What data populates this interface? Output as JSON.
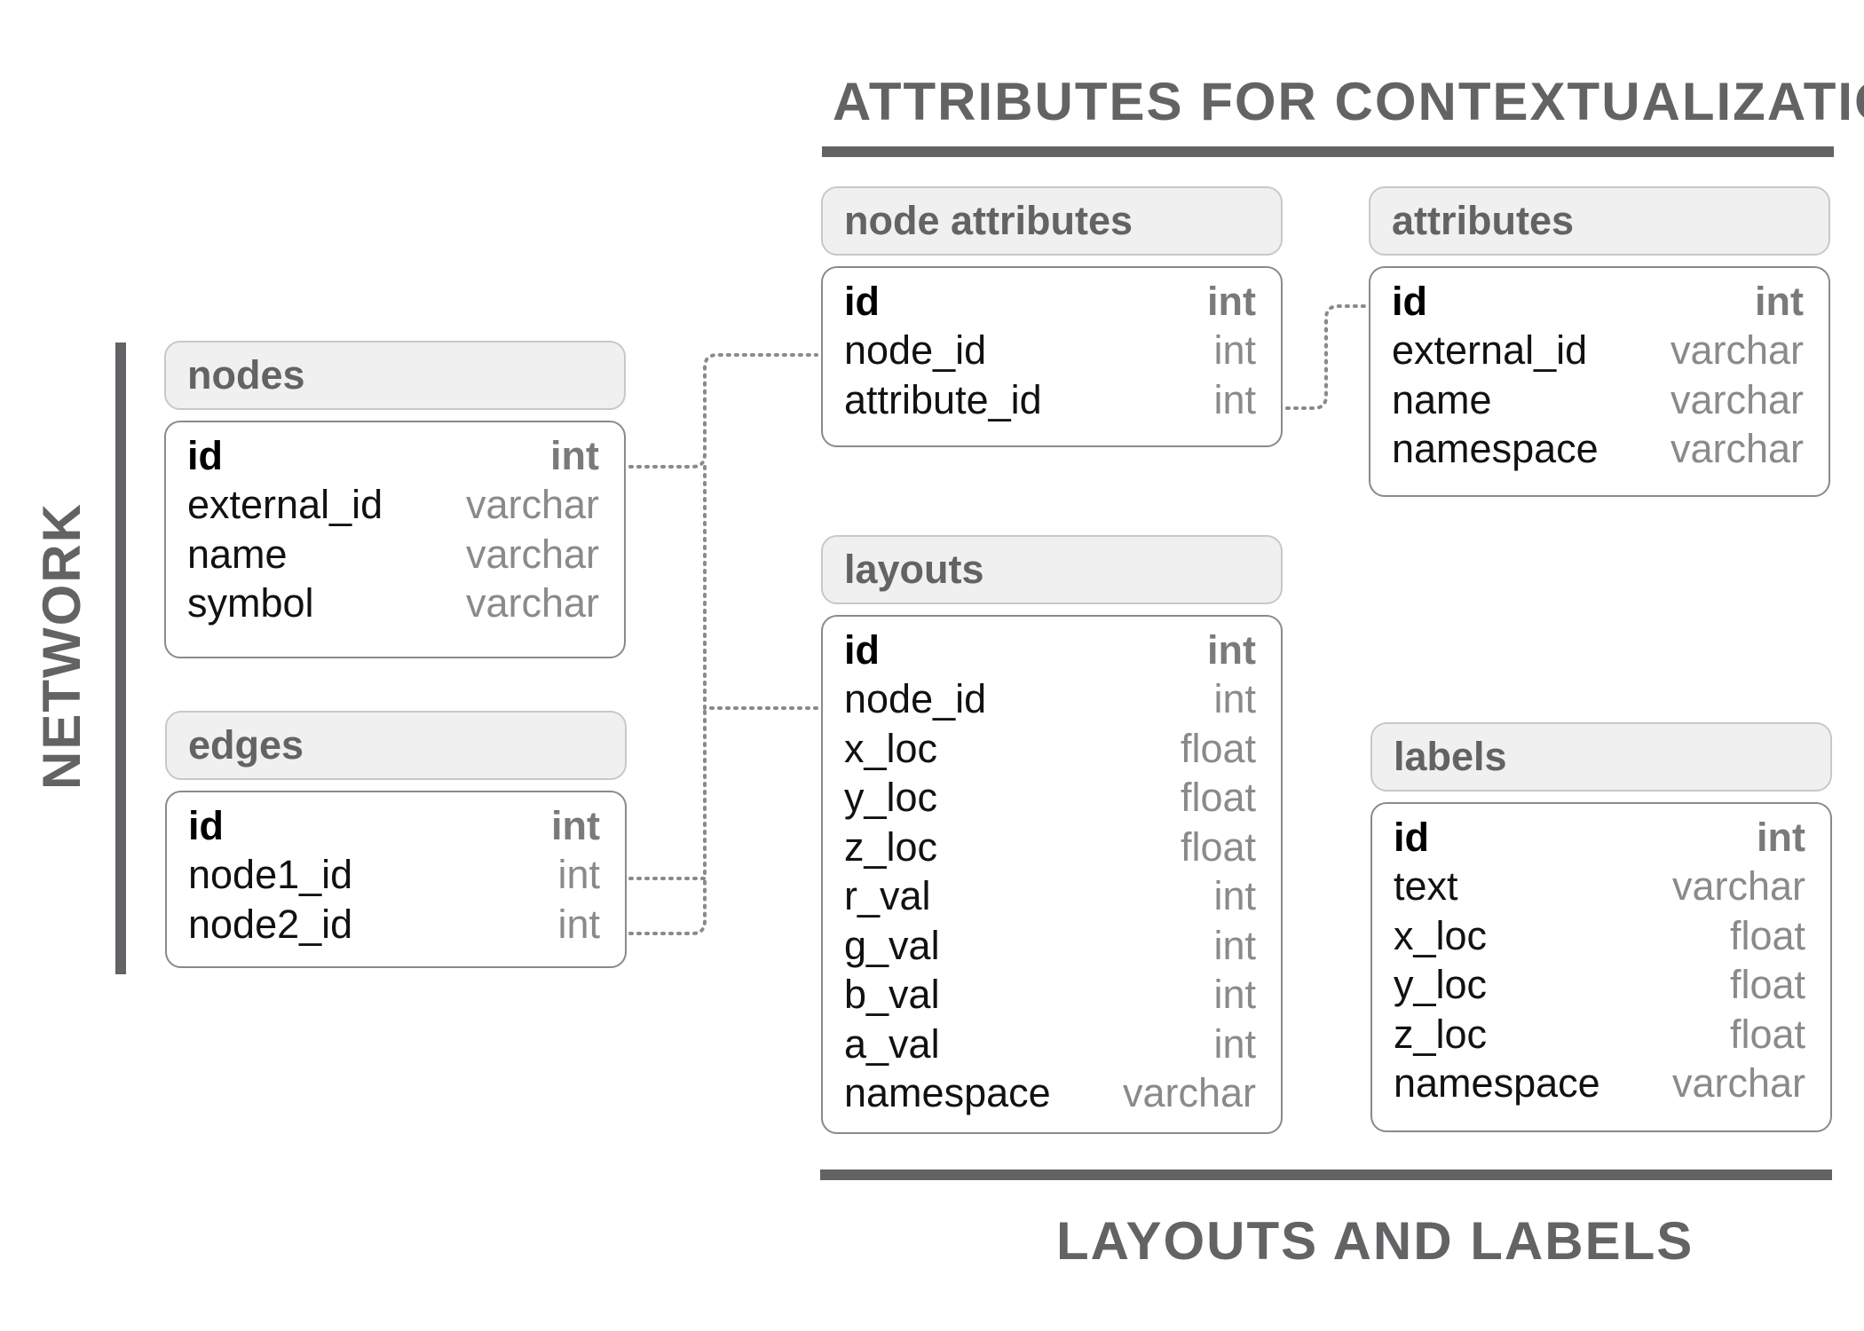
{
  "section_titles": {
    "attributes": "ATTRIBUTES FOR CONTEXTUALIZATION",
    "layouts": "LAYOUTS AND LABELS",
    "network": "NETWORK"
  },
  "tables": {
    "node_attributes": {
      "title": "node attributes",
      "fields": [
        {
          "name": "id",
          "type": "int"
        },
        {
          "name": "node_id",
          "type": "int"
        },
        {
          "name": "attribute_id",
          "type": "int"
        }
      ]
    },
    "attributes": {
      "title": "attributes",
      "fields": [
        {
          "name": "id",
          "type": "int"
        },
        {
          "name": "external_id",
          "type": "varchar"
        },
        {
          "name": "name",
          "type": "varchar"
        },
        {
          "name": "namespace",
          "type": "varchar"
        }
      ]
    },
    "nodes": {
      "title": "nodes",
      "fields": [
        {
          "name": "id",
          "type": "int"
        },
        {
          "name": "external_id",
          "type": "varchar"
        },
        {
          "name": "name",
          "type": "varchar"
        },
        {
          "name": "symbol",
          "type": "varchar"
        }
      ]
    },
    "edges": {
      "title": "edges",
      "fields": [
        {
          "name": "id",
          "type": "int"
        },
        {
          "name": "node1_id",
          "type": "int"
        },
        {
          "name": "node2_id",
          "type": "int"
        }
      ]
    },
    "layouts": {
      "title": "layouts",
      "fields": [
        {
          "name": "id",
          "type": "int"
        },
        {
          "name": "node_id",
          "type": "int"
        },
        {
          "name": "x_loc",
          "type": "float"
        },
        {
          "name": "y_loc",
          "type": "float"
        },
        {
          "name": "z_loc",
          "type": "float"
        },
        {
          "name": "r_val",
          "type": "int"
        },
        {
          "name": "g_val",
          "type": "int"
        },
        {
          "name": "b_val",
          "type": "int"
        },
        {
          "name": "a_val",
          "type": "int"
        },
        {
          "name": "namespace",
          "type": "varchar"
        }
      ]
    },
    "labels": {
      "title": "labels",
      "fields": [
        {
          "name": "id",
          "type": "int"
        },
        {
          "name": "text",
          "type": "varchar"
        },
        {
          "name": "x_loc",
          "type": "float"
        },
        {
          "name": "y_loc",
          "type": "float"
        },
        {
          "name": "z_loc",
          "type": "float"
        },
        {
          "name": "namespace",
          "type": "varchar"
        }
      ]
    }
  },
  "colors": {
    "accent_gray": "#636366",
    "header_fill": "#f0f0f0",
    "connector": "#8a8a8a"
  }
}
